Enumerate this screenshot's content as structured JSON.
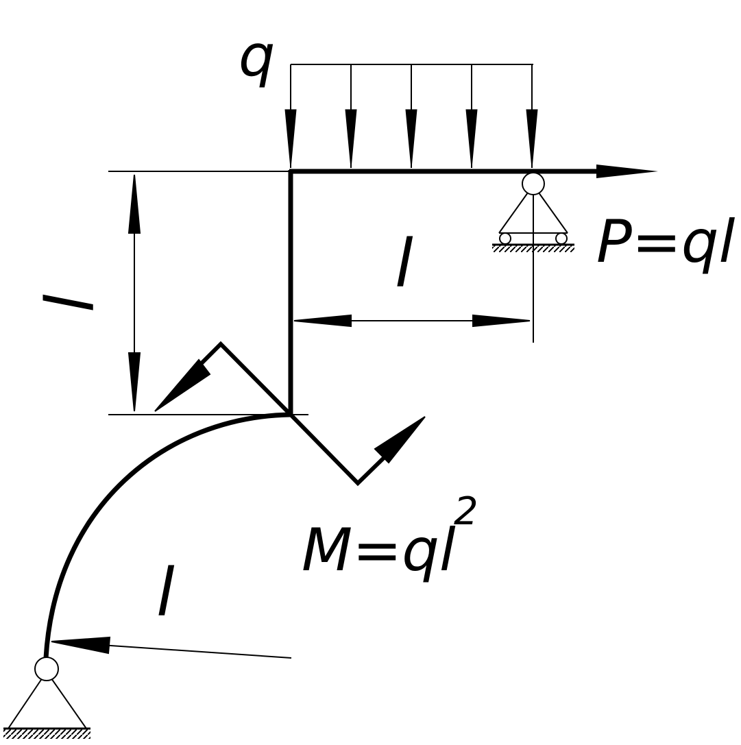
{
  "labels": {
    "distributed_load": "q",
    "force": "P=ql",
    "moment_main": "M=ql",
    "moment_exp": "2",
    "dim_vertical": "l",
    "dim_horizontal": "l",
    "arc_length": "l"
  },
  "colors": {
    "stroke": "#000000",
    "background": "#ffffff"
  }
}
